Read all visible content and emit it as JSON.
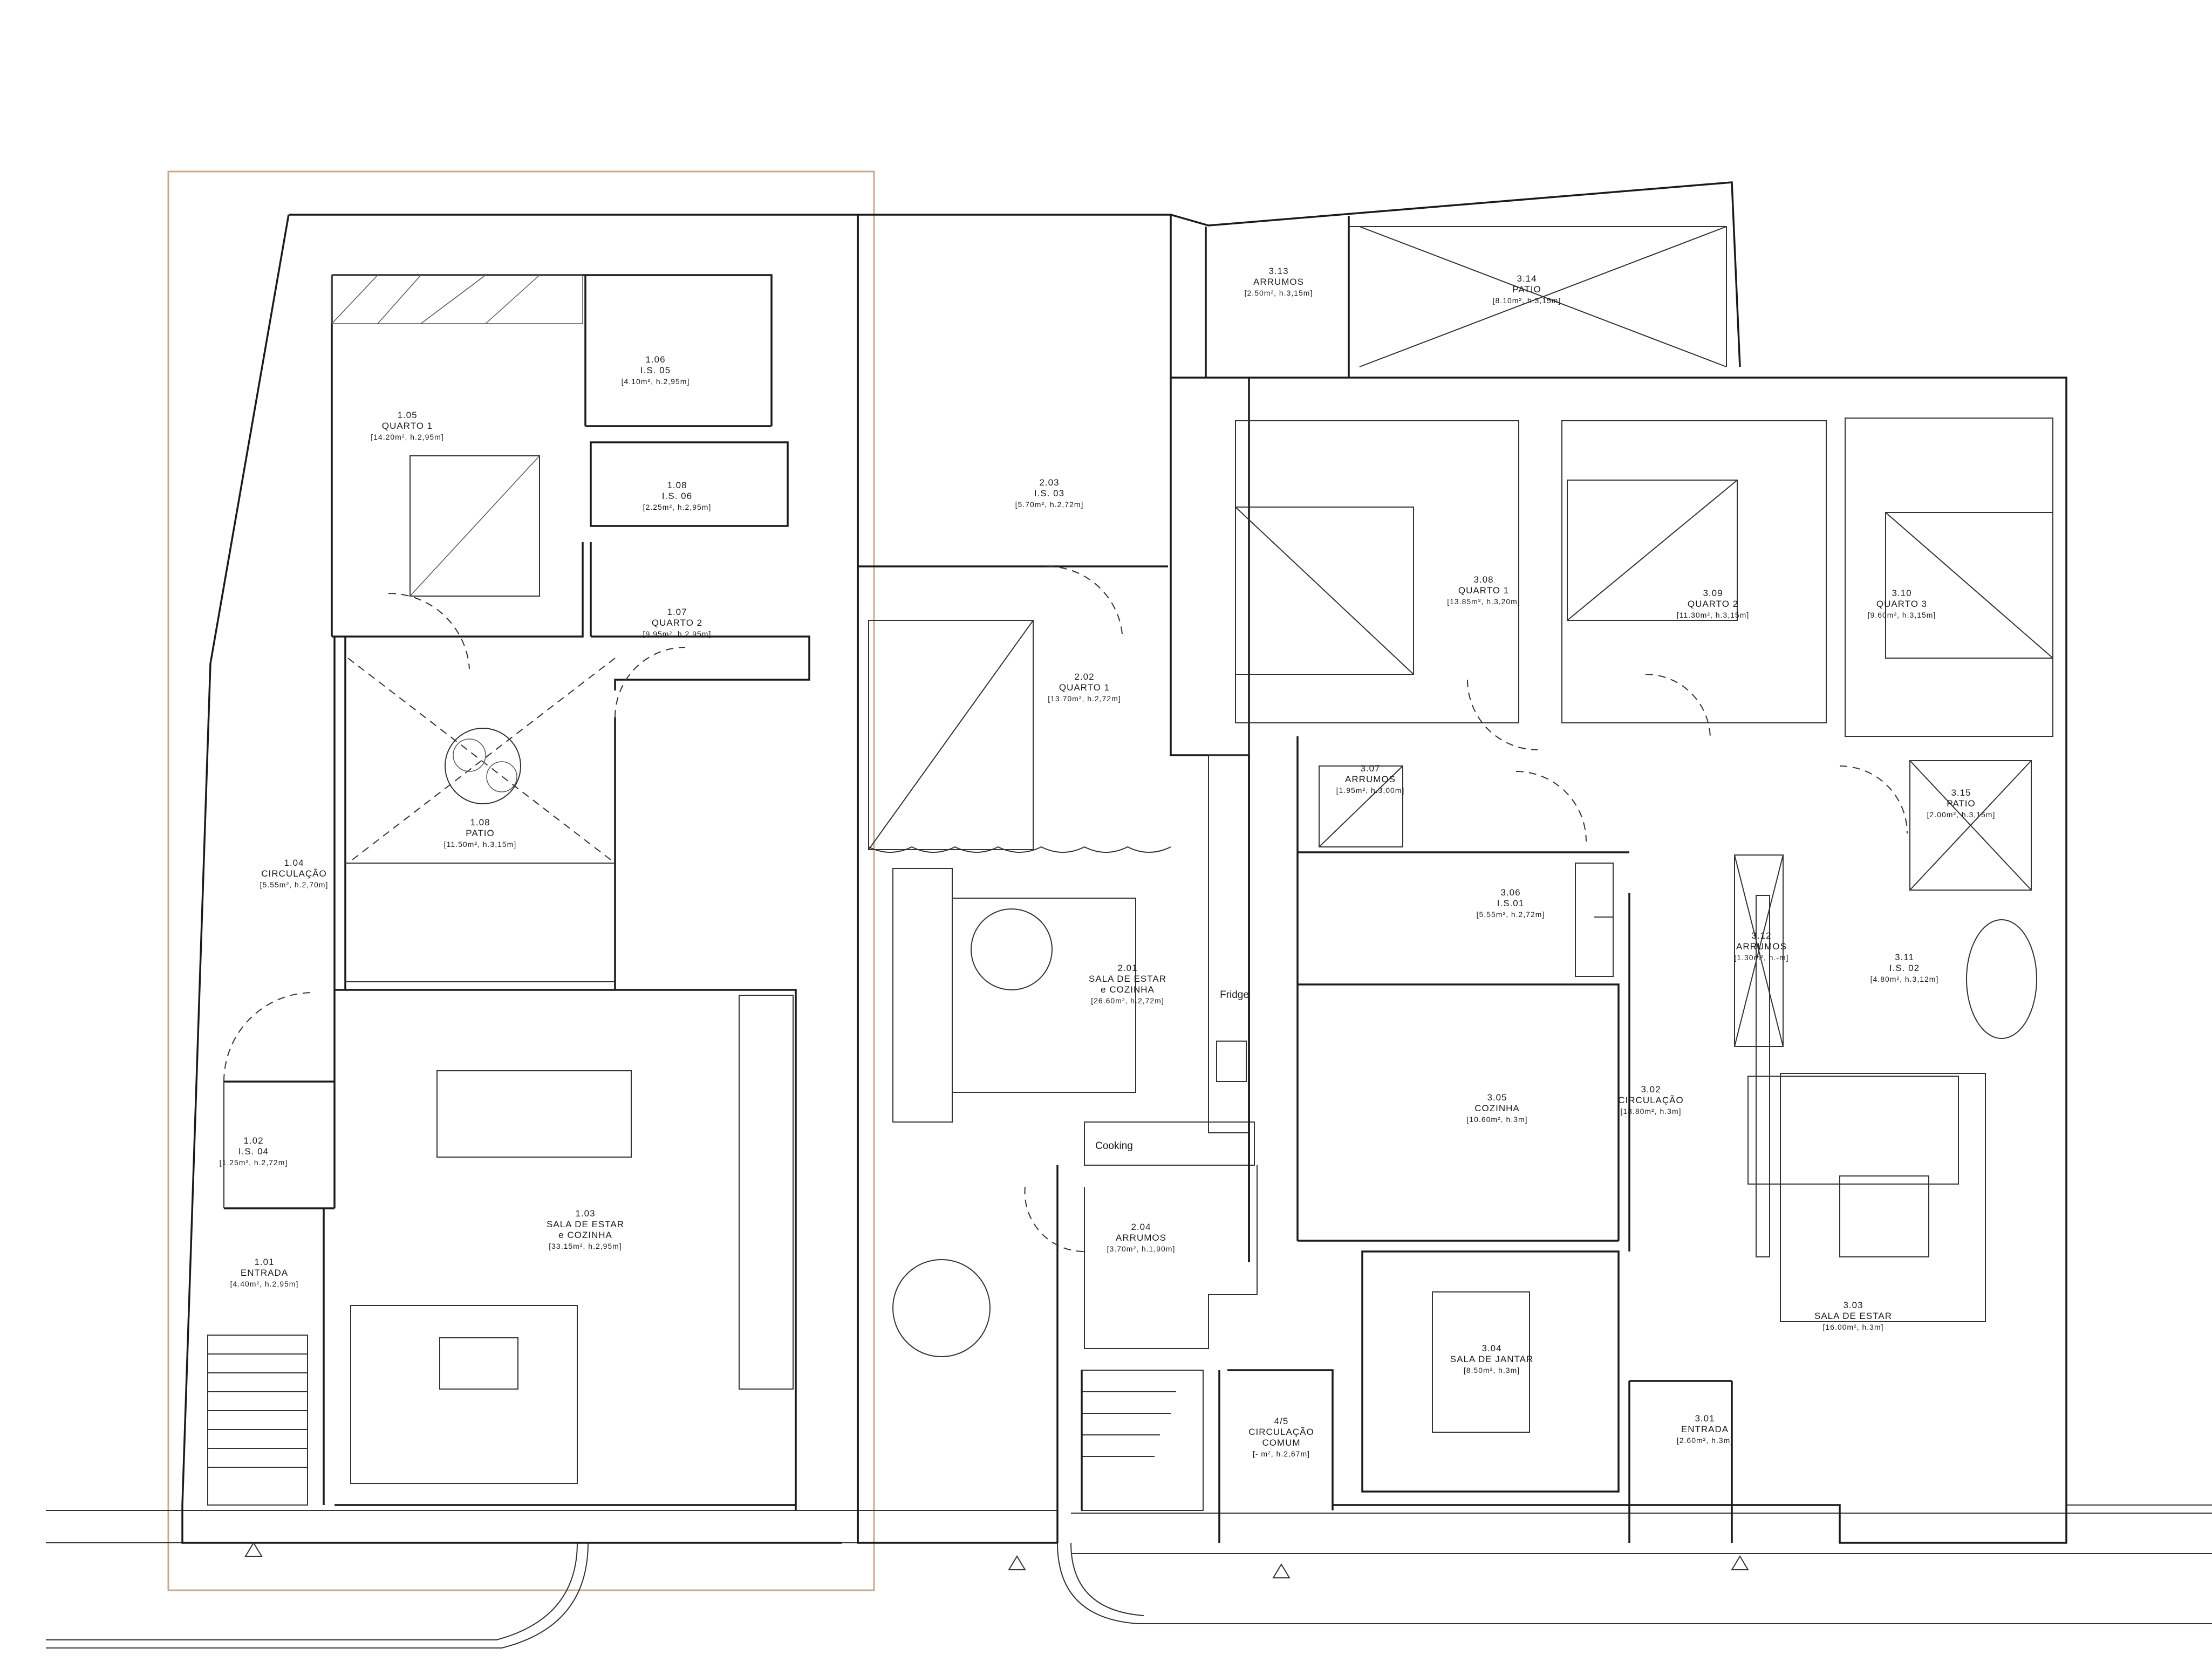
{
  "rooms": [
    {
      "id": "1.01",
      "lines": [
        "ENTRADA"
      ],
      "meta": "[4.40m², h.2,95m]"
    },
    {
      "id": "1.02",
      "lines": [
        "I.S. 04"
      ],
      "meta": "[1.25m², h.2,72m]"
    },
    {
      "id": "1.03",
      "lines": [
        "SALA DE ESTAR",
        "e COZINHA"
      ],
      "meta": "[33.15m², h.2,95m]"
    },
    {
      "id": "1.04",
      "lines": [
        "CIRCULAÇÃO"
      ],
      "meta": "[5.55m², h.2,70m]"
    },
    {
      "id": "1.05",
      "lines": [
        "QUARTO 1"
      ],
      "meta": "[14.20m², h.2,95m]"
    },
    {
      "id": "1.06",
      "lines": [
        "I.S. 05"
      ],
      "meta": "[4.10m², h.2,95m]"
    },
    {
      "id": "1.07",
      "lines": [
        "QUARTO 2"
      ],
      "meta": "[9.95m², h.2,95m]"
    },
    {
      "id": "1.08",
      "lines": [
        "I.S. 06"
      ],
      "meta": "[2.25m², h.2,95m]"
    },
    {
      "id": "1.08",
      "lines": [
        "PATIO"
      ],
      "meta": "[11.50m², h.3,15m]"
    },
    {
      "id": "2.01",
      "lines": [
        "SALA DE ESTAR",
        "e COZINHA"
      ],
      "meta": "[26.60m², h.2,72m]"
    },
    {
      "id": "2.02",
      "lines": [
        "QUARTO 1"
      ],
      "meta": "[13.70m², h.2,72m]"
    },
    {
      "id": "2.03",
      "lines": [
        "I.S. 03"
      ],
      "meta": "[5.70m², h.2,72m]"
    },
    {
      "id": "2.04",
      "lines": [
        "ARRUMOS"
      ],
      "meta": "[3.70m², h.1,90m]"
    },
    {
      "id": "4/5",
      "lines": [
        "CIRCULAÇÃO",
        "COMUM"
      ],
      "meta": "[- m², h.2,67m]"
    },
    {
      "id": "3.01",
      "lines": [
        "ENTRADA"
      ],
      "meta": "[2.60m², h.3m]"
    },
    {
      "id": "3.02",
      "lines": [
        "CIRCULAÇÃO"
      ],
      "meta": "[13.80m², h.3m]"
    },
    {
      "id": "3.03",
      "lines": [
        "SALA DE ESTAR"
      ],
      "meta": "[16.00m², h.3m]"
    },
    {
      "id": "3.04",
      "lines": [
        "SALA DE JANTAR"
      ],
      "meta": "[8.50m², h.3m]"
    },
    {
      "id": "3.05",
      "lines": [
        "COZINHA"
      ],
      "meta": "[10.60m², h.3m]"
    },
    {
      "id": "3.06",
      "lines": [
        "I.S.01"
      ],
      "meta": "[5.55m², h.2,72m]"
    },
    {
      "id": "3.07",
      "lines": [
        "ARRUMOS"
      ],
      "meta": "[1.95m², h.3,00m]"
    },
    {
      "id": "3.08",
      "lines": [
        "QUARTO 1"
      ],
      "meta": "[13.85m², h.3,20m]"
    },
    {
      "id": "3.09",
      "lines": [
        "QUARTO 2"
      ],
      "meta": "[11.30m², h.3,15m]"
    },
    {
      "id": "3.10",
      "lines": [
        "QUARTO 3"
      ],
      "meta": "[9.60m², h.3,15m]"
    },
    {
      "id": "3.11",
      "lines": [
        "I.S. 02"
      ],
      "meta": "[4.80m², h.3,12m]"
    },
    {
      "id": "3.12",
      "lines": [
        "ARRUMOS"
      ],
      "meta": "[1.30m², h.-m]"
    },
    {
      "id": "3.13",
      "lines": [
        "ARRUMOS"
      ],
      "meta": "[2.50m², h.3,15m]"
    },
    {
      "id": "3.14",
      "lines": [
        "PATIO"
      ],
      "meta": "[8.10m², h.3,15m]"
    },
    {
      "id": "3.15",
      "lines": [
        "PATIO"
      ],
      "meta": "[2.00m², h.3,15m]"
    }
  ],
  "appliance_tags": {
    "fridge": "Fridge",
    "cooking": "Cooking"
  },
  "colors": {
    "wall": "#1a1a1a",
    "frame": "#c8a98a",
    "background": "#ffffff"
  }
}
